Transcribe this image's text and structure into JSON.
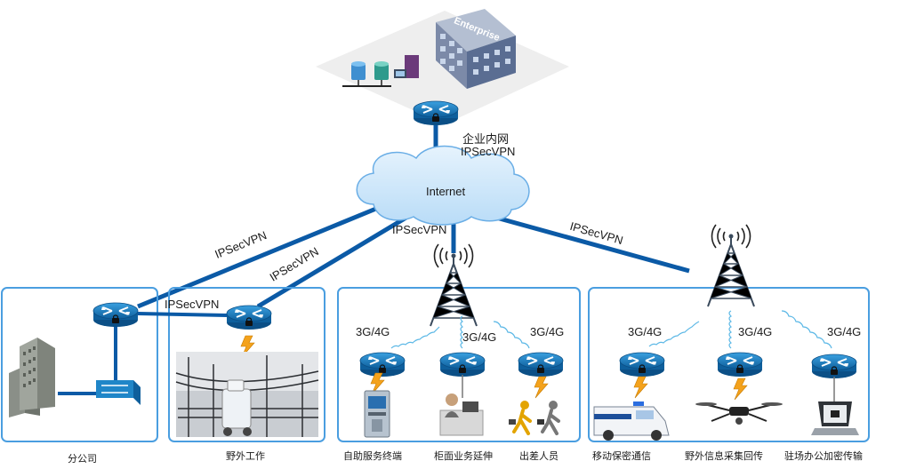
{
  "hq": {
    "building_sign": "Enterprise",
    "vpn_label_cn": "企业内网",
    "vpn_label_en": "IPSecVPN"
  },
  "cloud": {
    "label": "Internet"
  },
  "links": {
    "branch_vpn": "IPSecVPN",
    "field_vpn": "IPSecVPN",
    "tower_vpn": "IPSecVPN",
    "right_vpn": "IPSecVPN",
    "branch_field_vpn": "IPSecVPN"
  },
  "sites": {
    "branch": {
      "caption": "分公司"
    },
    "field": {
      "caption": "野外工作"
    },
    "mobile": {
      "items": [
        {
          "net": "3G/4G",
          "caption": "自助服务终端"
        },
        {
          "net": "3G/4G",
          "caption": "柜面业务延伸"
        },
        {
          "net": "3G/4G",
          "caption": "出差人员"
        }
      ]
    },
    "secure": {
      "items": [
        {
          "net": "3G/4G",
          "caption": "移动保密通信"
        },
        {
          "net": "3G/4G",
          "caption": "野外信息采集回传"
        },
        {
          "net": "3G/4G",
          "caption": "驻场办公加密传输"
        }
      ]
    }
  },
  "colors": {
    "link": "#0b5aa6",
    "panel_border": "#4a9ee0",
    "router": "#1f86c8",
    "cloud": "#cfe7fb",
    "lightning": "#f4a21c"
  }
}
